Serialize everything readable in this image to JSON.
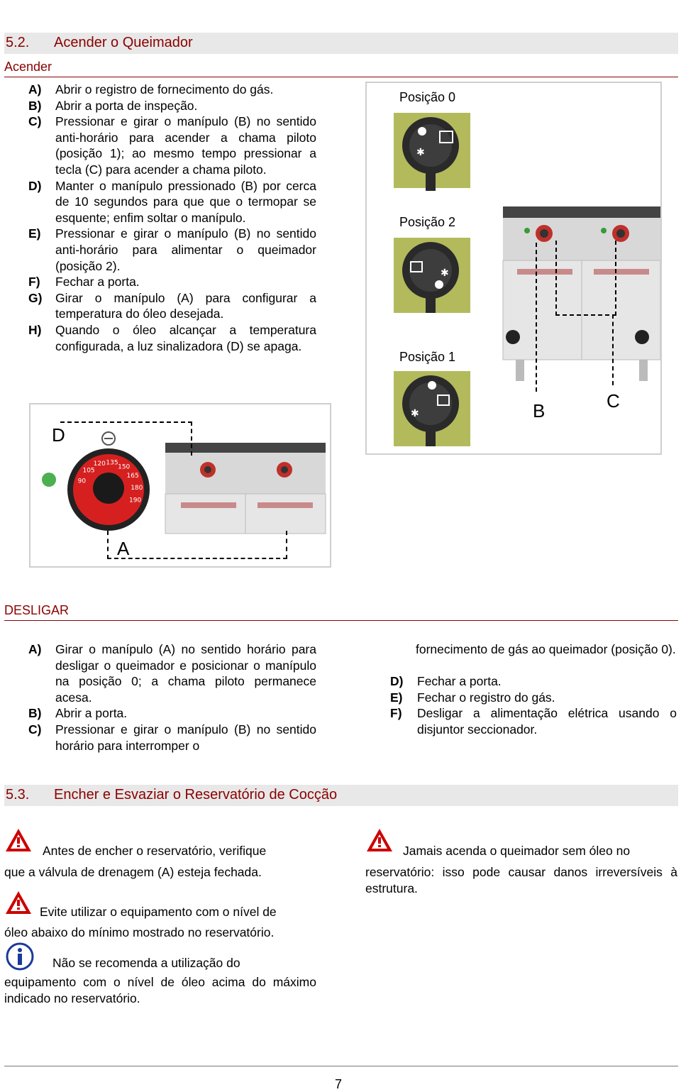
{
  "section_52": {
    "number": "5.2.",
    "title": "Acender o Queimador"
  },
  "acender": {
    "heading": "Acender",
    "items": [
      {
        "label": "A)",
        "text": "Abrir o registro de fornecimento do gás."
      },
      {
        "label": "B)",
        "text": "Abrir a porta de inspeção."
      },
      {
        "label": "C)",
        "text": "Pressionar e girar o manípulo (B) no sentido anti-horário para acender a chama piloto (posição 1); ao mesmo tempo pressionar a tecla (C) para acender a chama piloto."
      },
      {
        "label": "D)",
        "text": "Manter o manípulo pressionado (B) por cerca de 10 segundos para que que o termopar se esquente; enfim soltar o manípulo."
      },
      {
        "label": "E)",
        "text": "Pressionar e girar o manípulo (B) no sentido anti-horário para alimentar o queimador (posição 2)."
      },
      {
        "label": "F)",
        "text": "Fechar a porta."
      },
      {
        "label": "G)",
        "text": "Girar o manípulo (A) para configurar a temperatura do óleo desejada."
      },
      {
        "label": "H)",
        "text": "Quando o óleo alcançar a temperatura configurada, a luz sinalizadora (D) se apaga."
      }
    ]
  },
  "figure_right": {
    "pos0": "Posição 0",
    "pos2": "Posição 2",
    "pos1": "Posição 1",
    "label_b": "B",
    "label_c": "C"
  },
  "figure_left": {
    "label_d": "D",
    "label_a": "A",
    "dial_numbers": [
      "90",
      "105",
      "120",
      "135",
      "150",
      "165",
      "180",
      "190"
    ]
  },
  "desligar": {
    "heading": "DESLIGAR",
    "items_left": [
      {
        "label": "A)",
        "text": "Girar o manípulo (A) no sentido horário para desligar o queimador e posicionar o manípulo na posição 0; a chama piloto permanece acesa."
      },
      {
        "label": "B)",
        "text": "Abrir a porta."
      },
      {
        "label": "C)",
        "text": "Pressionar e girar o manípulo (B) no sentido horário para interromper o"
      }
    ],
    "items_right_continuation": "fornecimento de gás ao queimador (posição 0).",
    "items_right": [
      {
        "label": "D)",
        "text": "Fechar a porta."
      },
      {
        "label": "E)",
        "text": "Fechar o registro do gás."
      },
      {
        "label": "F)",
        "text": "Desligar a alimentação elétrica usando o disjuntor seccionador."
      }
    ]
  },
  "section_53": {
    "number": "5.3.",
    "title": "Encher e Esvaziar o Reservatório de Cocção"
  },
  "warnings": {
    "w1_first": "Antes de encher o reservatório, verifique",
    "w1_rest": "que a válvula de drenagem (A) esteja fechada.",
    "w2_first": "Evite utilizar o equipamento com o nível de",
    "w2_rest": "óleo abaixo do mínimo mostrado no reservatório.",
    "info_first": "Não se recomenda a utilização do",
    "info_rest": "equipamento com o nível de óleo acima do máximo indicado no reservatório.",
    "w3_first": "Jamais acenda o queimador sem óleo no",
    "w3_rest": "reservatório: isso pode causar danos irreversíveis à estrutura."
  },
  "footer": {
    "page_number": "7"
  },
  "colors": {
    "accent": "#8b0000",
    "warning_red": "#cc0000",
    "info_blue": "#1a3a9a",
    "knob_panel": "#b3ba5c"
  }
}
